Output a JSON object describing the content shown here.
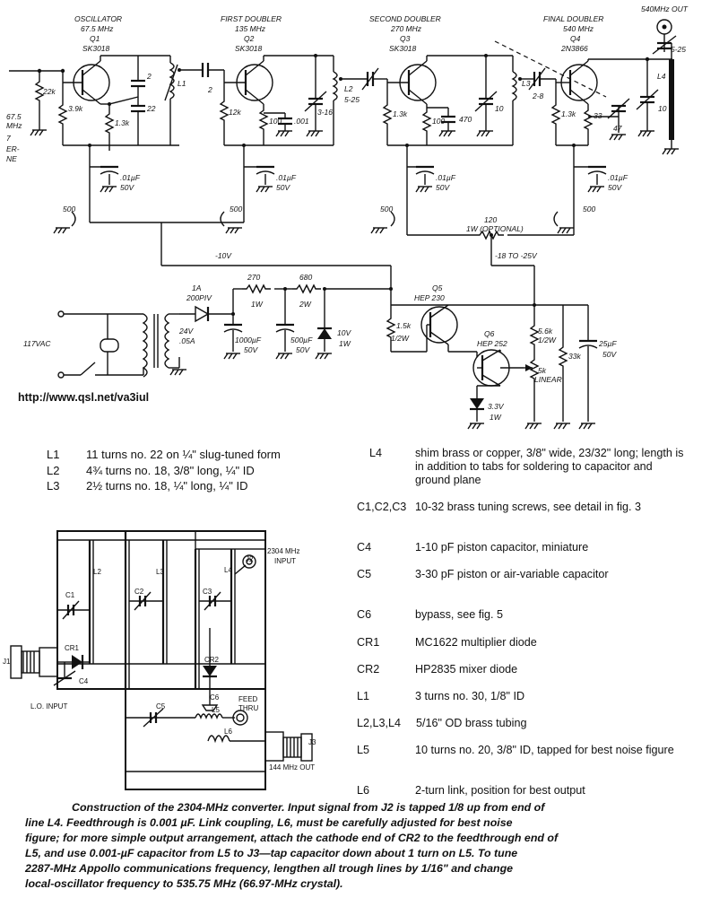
{
  "schematic": {
    "stages": [
      {
        "name": "OSCILLATOR",
        "freq": "67.5 MHz",
        "ref": "Q1",
        "part": "SK3018"
      },
      {
        "name": "FIRST DOUBLER",
        "freq": "135 MHz",
        "ref": "Q2",
        "part": "SK3018"
      },
      {
        "name": "SECOND DOUBLER",
        "freq": "270 MHz",
        "ref": "Q3",
        "part": "SK3018"
      },
      {
        "name": "FINAL DOUBLER",
        "freq": "540 MHz",
        "ref": "Q4",
        "part": "2N3866"
      }
    ],
    "output_label": "540MHz OUT",
    "crystal_label": [
      "67.5",
      "MHz"
    ],
    "left_cut_text": [
      "7",
      "ER-",
      "NE"
    ],
    "components": {
      "r22k": "22k",
      "r39k": "3.9k",
      "r13k_a": "1.3k",
      "c2_a": "2",
      "c22": "22",
      "l1": "L1",
      "c2_b": "2",
      "r12k": "12k",
      "r100_a": "100",
      "c001": ".001",
      "c316": "3-16",
      "l2": "L2",
      "c525": "5-25",
      "r13k_b": "1.3k",
      "r100_b": "100",
      "c470": "470",
      "c10_a": "10",
      "l3": "L3",
      "c28": "2-8",
      "r13k_c": "1.3k",
      "r33": "33",
      "c47": "47",
      "c10_b": "10",
      "l4": "L4",
      "c525_out": "5-25",
      "byp_val": ".01µF",
      "byp_v": "50V",
      "r500": "500",
      "r120": "120",
      "r120_rating": "1W (OPTIONAL)",
      "minus10": "-10V",
      "minus18": "-18 TO -25V",
      "diode": "1A",
      "diode_rating": "200PIV",
      "r270": "270",
      "r270_w": "1W",
      "r680": "680",
      "r680_w": "2W",
      "c1000": "1000µF",
      "c1000_v": "50V",
      "c500uf": "500µF",
      "c500uf_v": "50V",
      "zener10": "10V",
      "zener10_w": "1W",
      "ac": "117VAC",
      "xfmr": "24V",
      "xfmr_a": ".05A",
      "q5": "Q5",
      "q5_part": "HEP 230",
      "q6": "Q6",
      "q6_part": "HEP 252",
      "r15k": "1.5k",
      "r15k_w": "1/2W",
      "r56k": "5.6k",
      "r56k_w": "1/2W",
      "r33k": "33k",
      "pot": "5k",
      "pot_type": "LINEAR",
      "c25uf": "25µF",
      "c25uf_v": "50V",
      "zener33": "3.3V",
      "zener33_w": "1W"
    }
  },
  "url": "http://www.qsl.net/va3iul",
  "coil_table": [
    {
      "k": "L1",
      "v": "11 turns no. 22 on ¼\" slug-tuned form"
    },
    {
      "k": "L2",
      "v": "4¾ turns no. 18, 3/8\" long, ¼\" ID"
    },
    {
      "k": "L3",
      "v": "2½ turns no. 18, ¼\" long, ¼\" ID"
    }
  ],
  "parts_list": [
    {
      "k": "L4",
      "v": "shim brass or copper, 3/8\" wide, 23/32\" long; length is in addition to tabs for soldering to capacitor and ground plane"
    },
    {
      "k": "C1,C2,C3",
      "v": "10-32 brass tuning screws, see detail in fig. 3"
    },
    {
      "k": "C4",
      "v": "1-10 pF piston capacitor, miniature"
    },
    {
      "k": "C5",
      "v": "3-30 pF piston or air-variable capacitor"
    },
    {
      "k": "C6",
      "v": "bypass, see fig. 5"
    },
    {
      "k": "CR1",
      "v": "MC1622 multiplier diode"
    },
    {
      "k": "CR2",
      "v": "HP2835 mixer diode"
    },
    {
      "k": "L1",
      "v": "3 turns no. 30, 1/8\" ID"
    },
    {
      "k": "L2,L3,L4",
      "v": "5/16\" OD brass tubing"
    },
    {
      "k": "L5",
      "v": "10 turns no. 20, 3/8\" ID, tapped for best noise figure"
    },
    {
      "k": "L6",
      "v": "2-turn link, position for best output"
    }
  ],
  "layout_diagram": {
    "labels": {
      "l2": "L2",
      "l3": "L3",
      "l4": "L4",
      "j2": "J2",
      "in2304": "2304 MHz",
      "input": "INPUT",
      "c1": "C1",
      "c2": "C2",
      "c3": "C3",
      "cr1": "CR1",
      "cr2": "CR2",
      "c4": "C4",
      "j1": "J1",
      "lo": "L.O. INPUT",
      "c6": "C6",
      "c5": "C5",
      "l5": "L5",
      "feed": "FEED",
      "thru": "THRU",
      "l6": "L6",
      "j3": "J3",
      "out144": "144 MHz  OUT"
    }
  },
  "caption": {
    "lines": [
      "Construction of the 2304-MHz converter. Input signal from J2 is tapped 1/8 up from end of",
      "line L4. Feedthrough is 0.001 µF. Link coupling, L6, must be carefully adjusted for best noise",
      "figure; for more simple output arrangement, attach the cathode end of CR2 to the feedthrough end of",
      "L5, and use 0.001-µF capacitor from L5 to J3—tap capacitor down about 1 turn on L5. To tune",
      "2287-MHz Appollo communications frequency, lengthen all trough lines by 1/16\" and change",
      "local-oscillator frequency to 535.75 MHz (66.97-MHz crystal)."
    ]
  }
}
